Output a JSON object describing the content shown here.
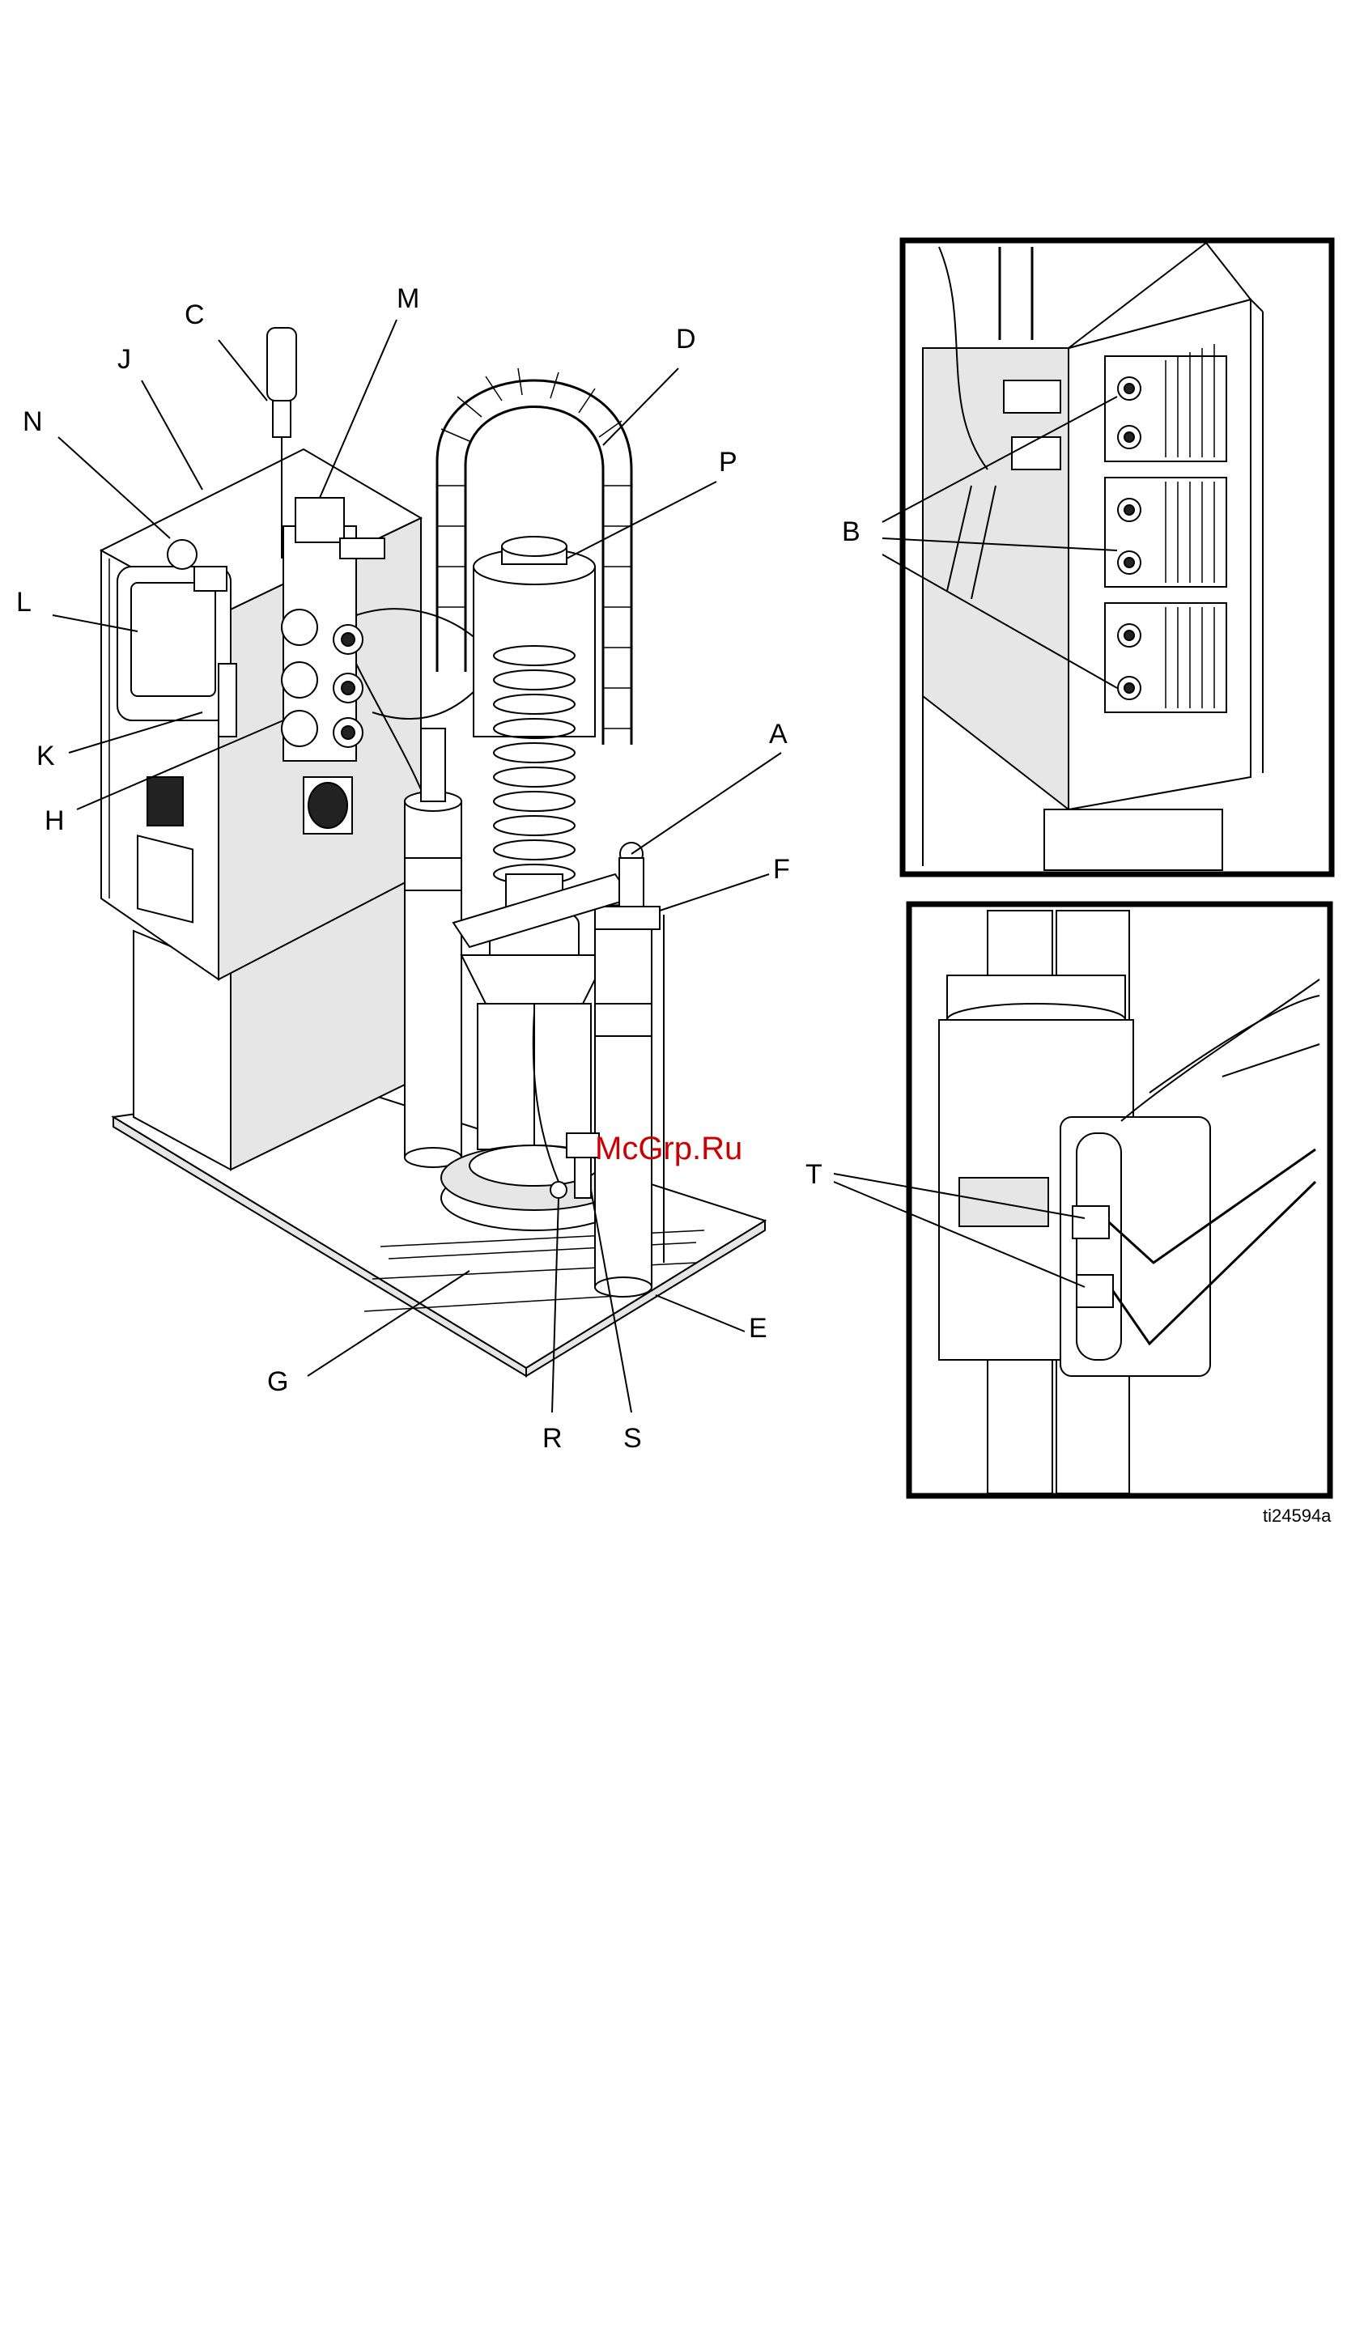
{
  "figure": {
    "figure_id": "ti24594a",
    "watermark": "McGrp.Ru",
    "callouts": [
      {
        "id": "A"
      },
      {
        "id": "B"
      },
      {
        "id": "C"
      },
      {
        "id": "D"
      },
      {
        "id": "E"
      },
      {
        "id": "F"
      },
      {
        "id": "G"
      },
      {
        "id": "H"
      },
      {
        "id": "J"
      },
      {
        "id": "K"
      },
      {
        "id": "L"
      },
      {
        "id": "M"
      },
      {
        "id": "N"
      },
      {
        "id": "P"
      },
      {
        "id": "R"
      },
      {
        "id": "S"
      },
      {
        "id": "T"
      }
    ]
  }
}
